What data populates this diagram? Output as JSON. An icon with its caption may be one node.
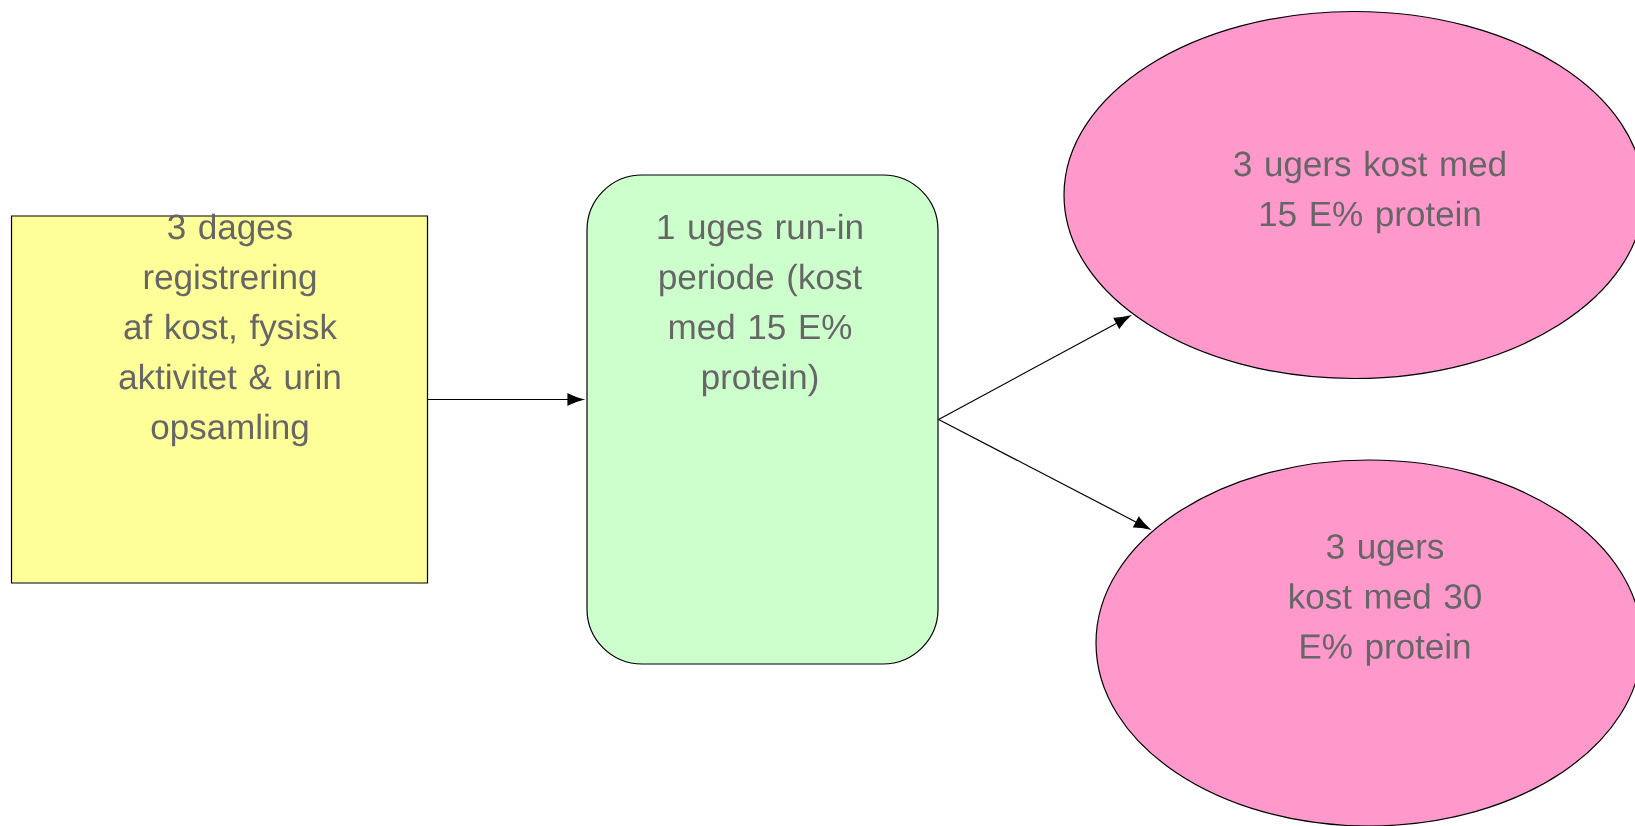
{
  "diagram": {
    "nodes": [
      {
        "text": [
          "3 dages registrering af kost, fysisk aktivitet & urin opsamling"
        ]
      },
      {
        "text": [
          "1 uges run-in periode (kost med 15 E% protein)"
        ]
      },
      {
        "text": [
          "3 ugers kost med 15 E% protein"
        ]
      },
      {
        "text": [
          "3 ugers kost med 30 E% protein"
        ]
      }
    ],
    "edges": [
      {
        "from": 0,
        "to": 1,
        "arrow": "to"
      },
      {
        "from": 1,
        "to": 2,
        "arrow": "to"
      },
      {
        "from": 1,
        "to": 3,
        "arrow": "to"
      }
    ]
  }
}
